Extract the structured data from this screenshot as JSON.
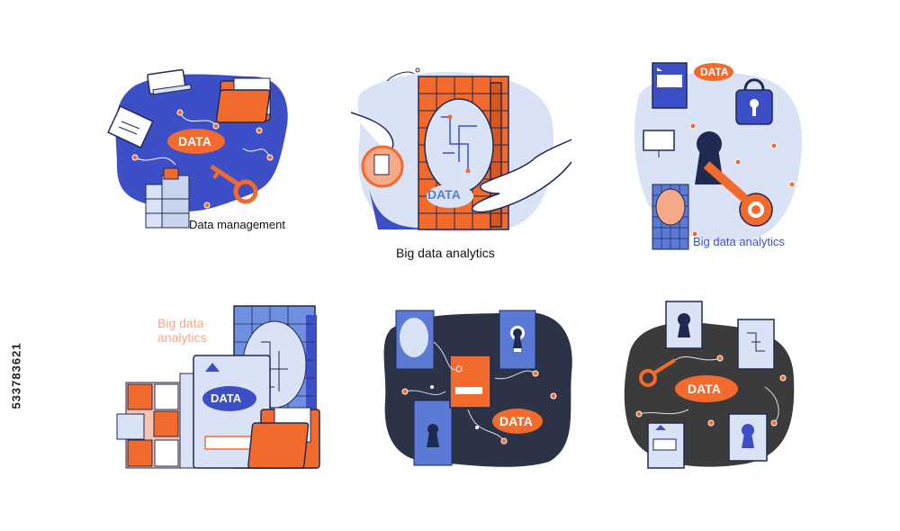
{
  "colors": {
    "blue": "#3d4fc7",
    "orange": "#f26b2d",
    "navy": "#1f2a52",
    "lightblue": "#d9e3f5",
    "charcoal": "#3b3b3b",
    "darkslate": "#2d3346",
    "peach": "#f5a989"
  },
  "illustrations": [
    {
      "id": "data-management",
      "caption": "Data management",
      "badge": "DATA"
    },
    {
      "id": "big-data-hands",
      "caption": "Big data analytics",
      "badge": "DATA"
    },
    {
      "id": "big-data-lock",
      "caption": "Big data analytics",
      "badge": "DATA"
    },
    {
      "id": "big-data-files",
      "caption": "Big data analytics",
      "badge": "DATA"
    },
    {
      "id": "data-network-dark",
      "caption": "",
      "badge": "DATA"
    },
    {
      "id": "data-security-dark",
      "caption": "",
      "badge": "DATA"
    }
  ],
  "stock_id": "533783621"
}
